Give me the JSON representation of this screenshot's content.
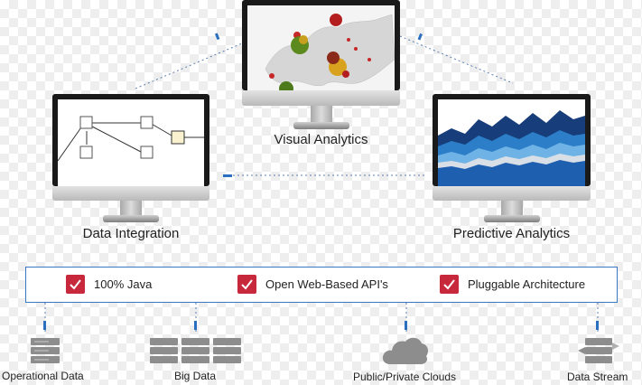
{
  "monitors": {
    "visual_analytics": {
      "label": "Visual Analytics"
    },
    "data_integration": {
      "label": "Data Integration"
    },
    "predictive_analytics": {
      "label": "Predictive Analytics"
    }
  },
  "features": [
    {
      "label": "100% Java"
    },
    {
      "label": "Open Web-Based API's"
    },
    {
      "label": "Pluggable Architecture"
    }
  ],
  "sources": [
    {
      "label": "Operational Data",
      "icon": "server-icon"
    },
    {
      "label": "Big Data",
      "icon": "server-cluster-icon"
    },
    {
      "label": "Public/Private Clouds",
      "icon": "cloud-icon"
    },
    {
      "label": "Data Stream",
      "icon": "server-stream-icon"
    }
  ],
  "colors": {
    "accent_blue": "#2a6fc0",
    "check_red": "#c8283c",
    "text": "#222222"
  }
}
